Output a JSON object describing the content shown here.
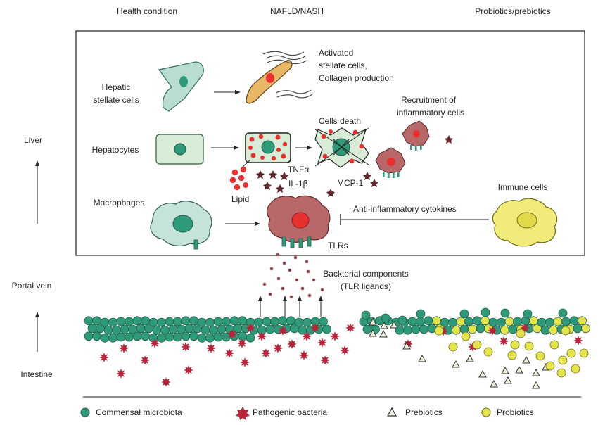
{
  "headers": {
    "health": "Health condition",
    "nafld": "NAFLD/NASH",
    "probiotics": "Probiotics/prebiotics"
  },
  "side_labels": {
    "liver": "Liver",
    "portal_vein": "Portal vein",
    "intestine": "Intestine"
  },
  "cells": {
    "hepatic_stellate_line1": "Hepatic",
    "hepatic_stellate_line2": "stellate cells",
    "hepatocytes": "Hepatocytes",
    "macrophages": "Macrophages",
    "immune_cells": "Immune cells"
  },
  "annotations": {
    "activated_line1": "Activated",
    "activated_line2": "stellate cells,",
    "activated_line3": "Collagen production",
    "cells_death": "Cells death",
    "recruitment_line1": "Recruitment of",
    "recruitment_line2": "inflammatory cells",
    "lipid": "Lipid",
    "tnf": "TNFα",
    "il1b": "IL-1β",
    "mcp1": "MCP-1",
    "anti_inflammatory": "Anti-inflammatory cytokines",
    "tlrs": "TLRs",
    "bacterial_line1": "Backterial components",
    "bacterial_line2": "(TLR ligands)"
  },
  "legend": {
    "commensal": "Commensal microbiota",
    "pathogenic": "Pathogenic bacteria",
    "prebiotics": "Prebiotics",
    "probiotics": "Probiotics"
  },
  "colors": {
    "commensal": "#2e9a7a",
    "pathogenic": "#b8243a",
    "probiotic": "#e2e44a",
    "stellate": "#b9ddd2",
    "activated_stellate": "#e7b765",
    "hepatocyte": "#d8ecd7",
    "macrophage": "#c5e3db",
    "activated_macrophage": "#b9686a",
    "immune": "#f1ec7a",
    "lipid": "#e8312f"
  }
}
